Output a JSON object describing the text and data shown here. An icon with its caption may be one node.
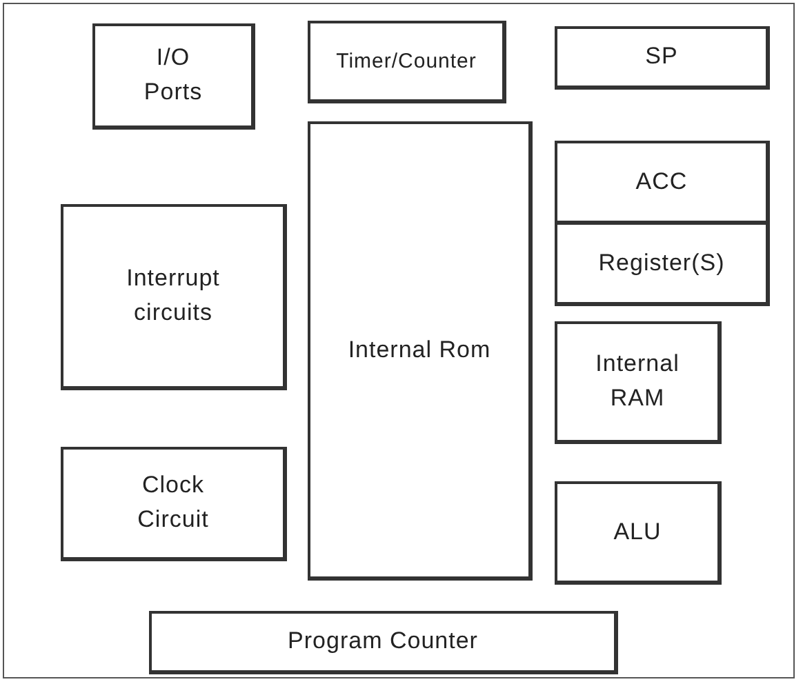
{
  "diagram": {
    "nodes": [
      {
        "text": [
          "I/O Ports"
        ]
      },
      {
        "text": [
          "Timer/Counter"
        ]
      },
      {
        "text": [
          "SP"
        ]
      },
      {
        "text": [
          "Interrupt circuits"
        ]
      },
      {
        "text": [
          "Internal Rom"
        ]
      },
      {
        "text": [
          "ACC"
        ]
      },
      {
        "text": [
          "Register(S)"
        ]
      },
      {
        "text": [
          "Internal RAM"
        ]
      },
      {
        "text": [
          "Clock Circuit"
        ]
      },
      {
        "text": [
          "ALU"
        ]
      },
      {
        "text": [
          "Program Counter"
        ]
      }
    ]
  }
}
